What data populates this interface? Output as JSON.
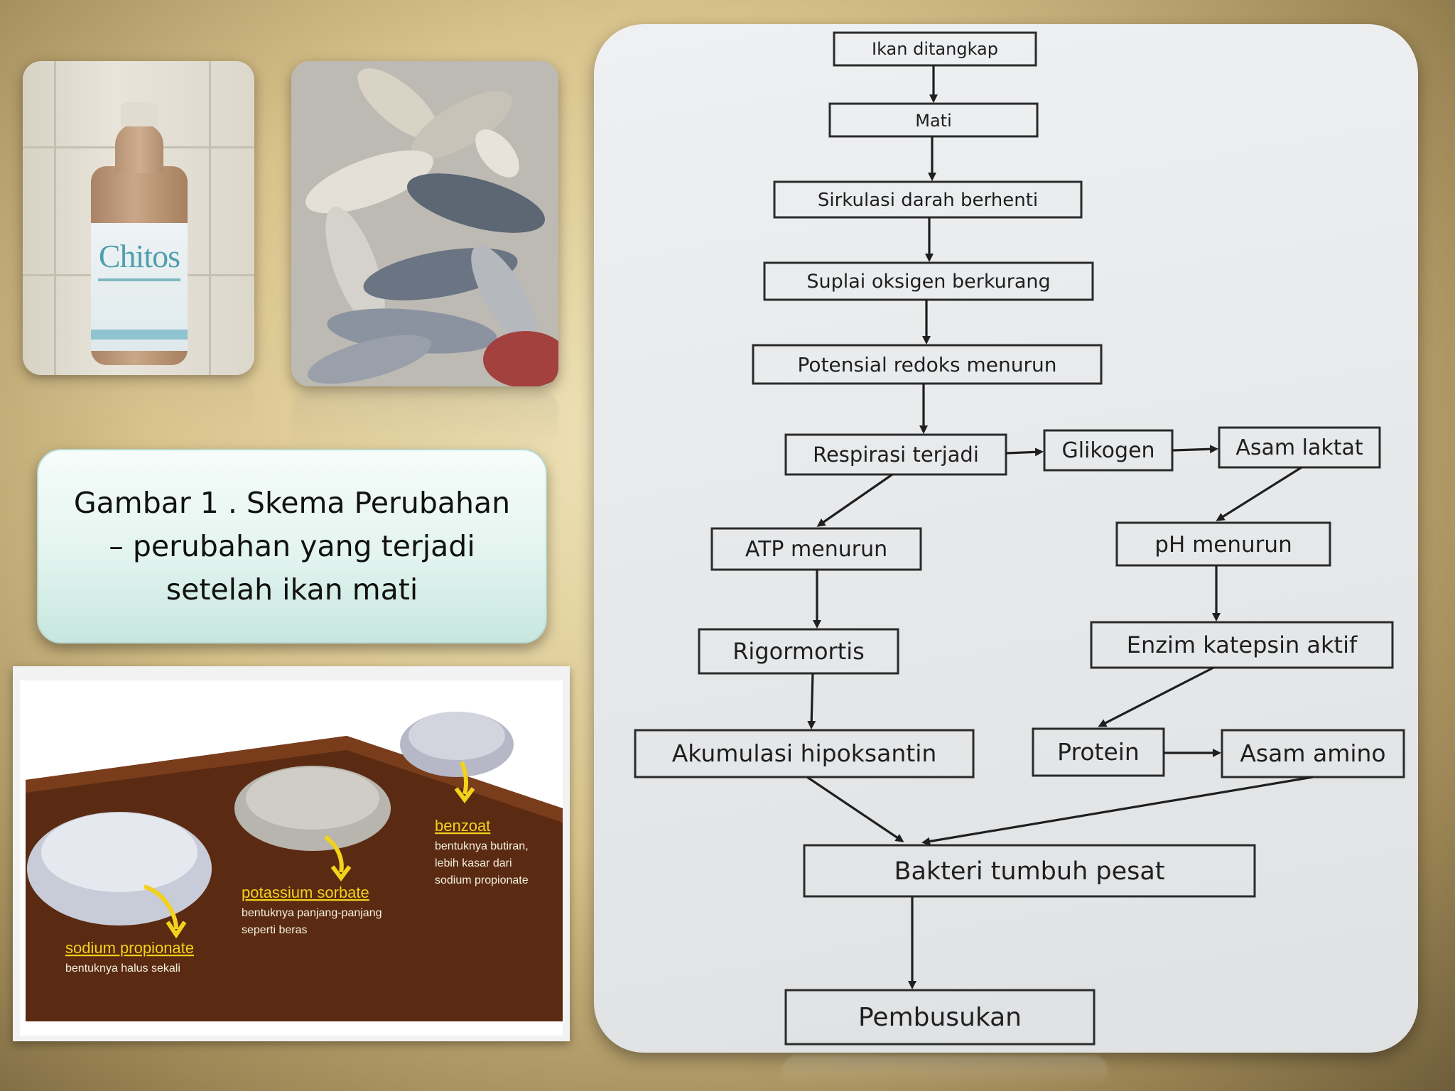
{
  "caption": {
    "text": "Gambar 1 . Skema Perubahan\n– perubahan yang terjadi\nsetelah ikan mati"
  },
  "bottle": {
    "brand_text": "Chitos"
  },
  "preservatives": {
    "benzoat": {
      "name": "benzoat",
      "desc": [
        "bentuknya butiran,",
        "lebih kasar dari",
        "sodium propionate"
      ]
    },
    "potassium_sorbate": {
      "name": "potassium sorbate",
      "desc": [
        "bentuknya panjang-panjang",
        "seperti beras"
      ]
    },
    "sodium_propionate": {
      "name": "sodium propionate",
      "desc": [
        "bentuknya halus sekali"
      ]
    }
  },
  "flowchart": {
    "nodes": {
      "ikan_ditangkap": "Ikan ditangkap",
      "mati": "Mati",
      "sirkulasi": "Sirkulasi darah berhenti",
      "suplai": "Suplai oksigen berkurang",
      "potensial": "Potensial redoks menurun",
      "respirasi": "Respirasi terjadi",
      "glikogen": "Glikogen",
      "asam_laktat": "Asam laktat",
      "atp": "ATP menurun",
      "ph": "pH menurun",
      "rigormortis": "Rigormortis",
      "enzim": "Enzim katepsin aktif",
      "akumulasi": "Akumulasi hipoksantin",
      "protein": "Protein",
      "asam_amino": "Asam amino",
      "bakteri": "Bakteri tumbuh pesat",
      "pembusukan": "Pembusukan"
    }
  },
  "colors": {
    "caption_bg": "#e3f4ef",
    "label_yellow": "#f2d21a"
  }
}
